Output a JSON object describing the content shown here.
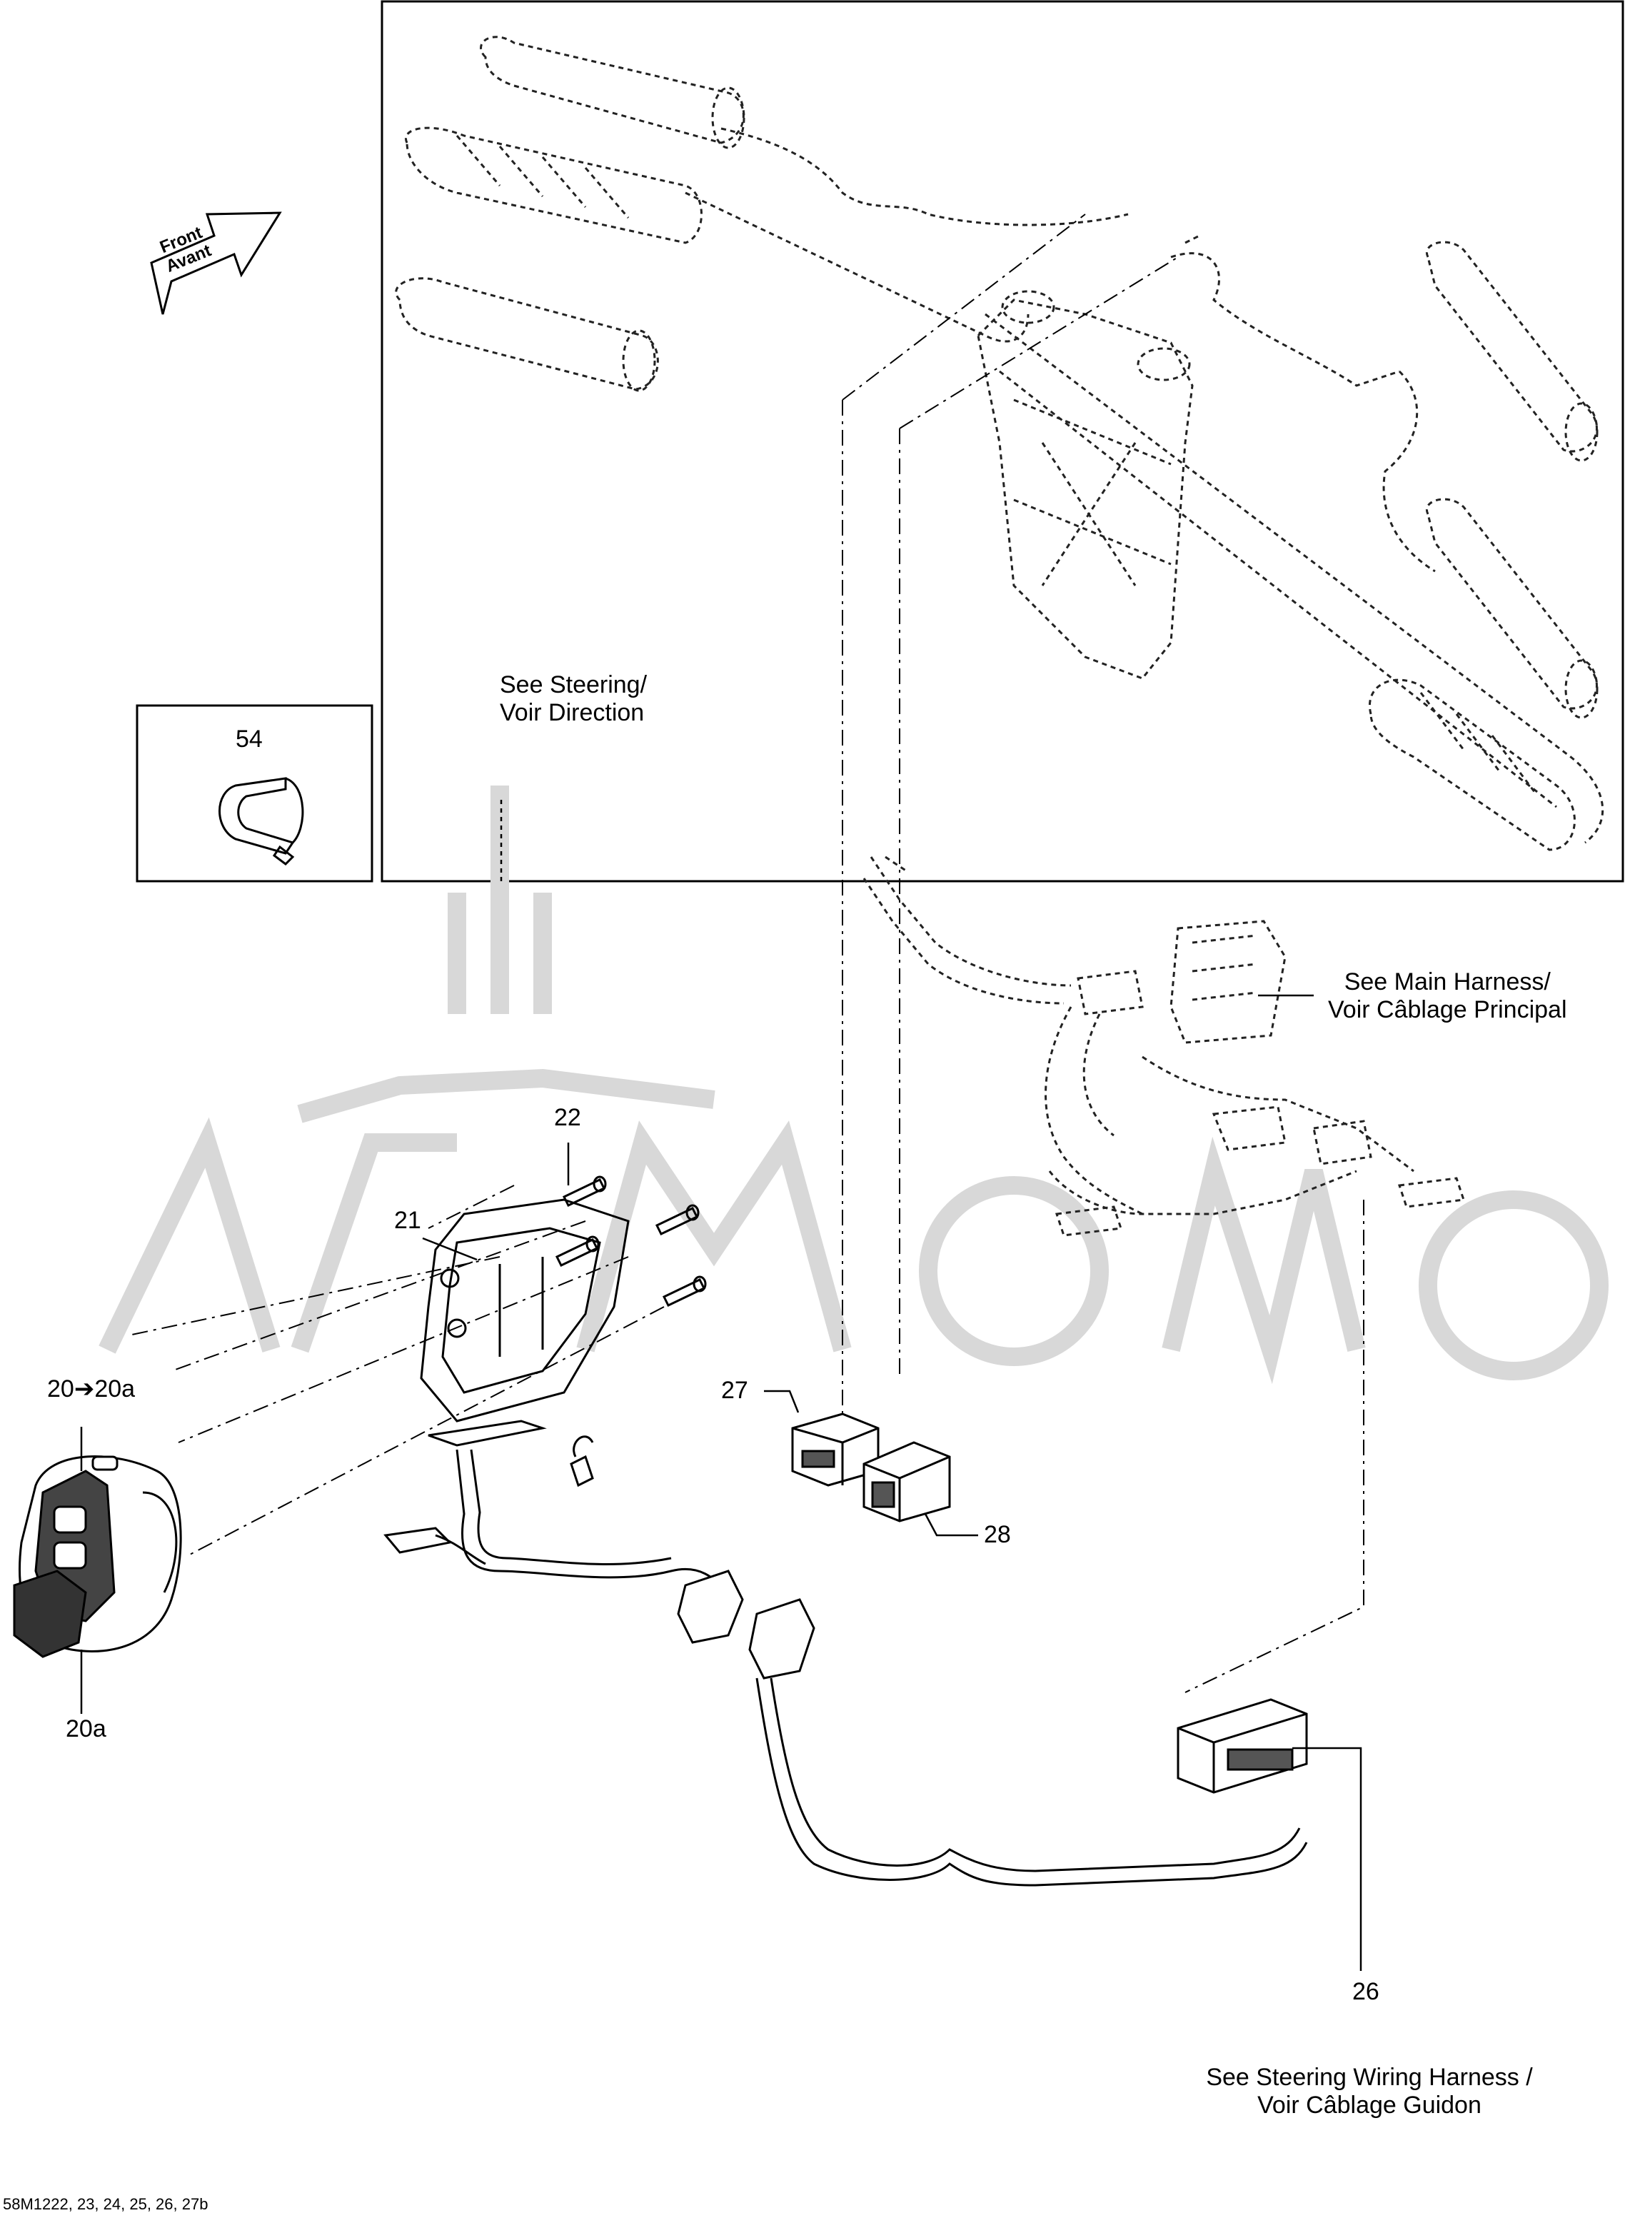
{
  "diagram": {
    "front_arrow": {
      "line1": "Front",
      "line2": "Avant"
    },
    "notes": {
      "steering": [
        "See Steering/",
        "Voir Direction"
      ],
      "main_harness": [
        "See Main Harness/",
        "Voir Câblage Principal"
      ],
      "steering_wiring": [
        "See Steering Wiring Harness /",
        "Voir Câblage Guidon"
      ]
    },
    "callouts": {
      "c54": "54",
      "c22": "22",
      "c21": "21",
      "c20": "20",
      "c20a_sub": "20a",
      "c20a": "20a",
      "c27": "27",
      "c28": "28",
      "c26": "26"
    },
    "footer_code": "58M1222, 23, 24, 25, 26, 27b"
  }
}
